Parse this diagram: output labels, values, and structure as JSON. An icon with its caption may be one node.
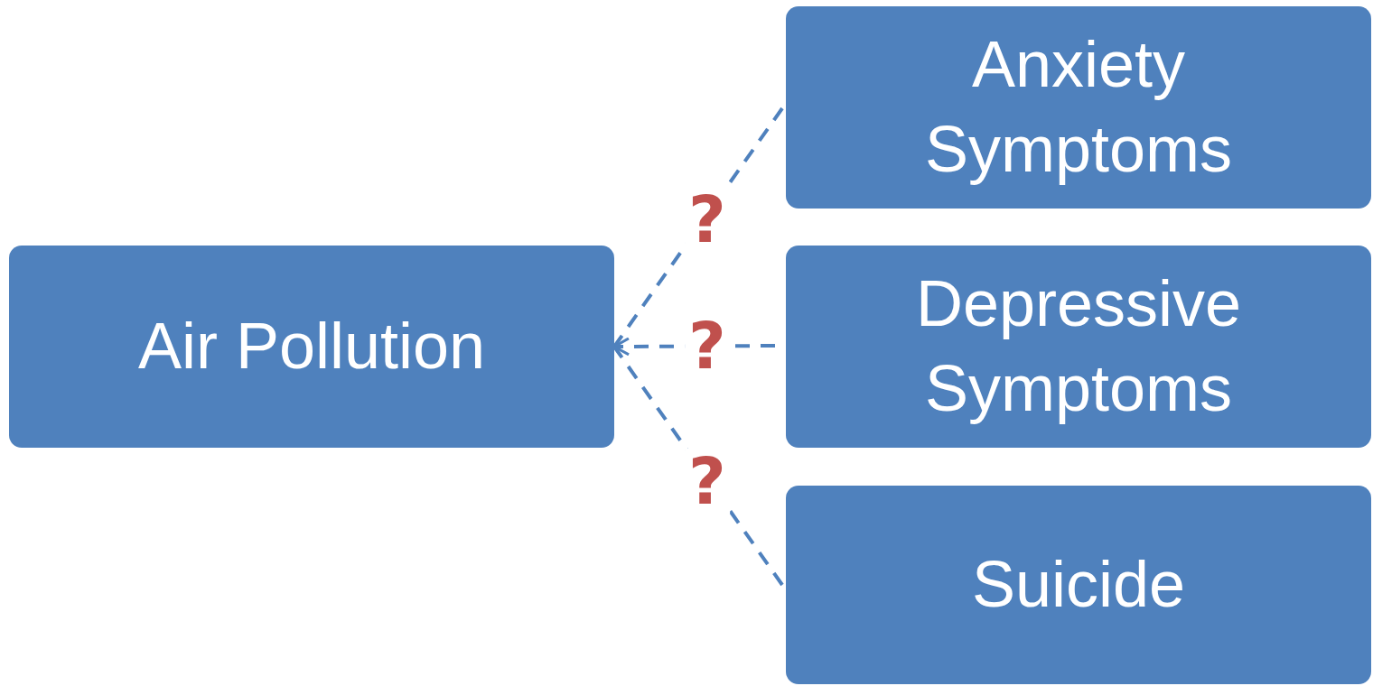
{
  "diagram": {
    "nodes": [
      {
        "text": [
          "Air Pollution"
        ]
      },
      {
        "text": [
          "Anxiety Symptoms"
        ]
      },
      {
        "text": [
          "Depressive Symptoms"
        ]
      },
      {
        "text": [
          "Suicide"
        ]
      }
    ],
    "edges": [
      {
        "from": 1,
        "to": 0,
        "arrow": "none",
        "label": "?",
        "style": "dashed"
      },
      {
        "from": 2,
        "to": 0,
        "arrow": "to",
        "label": "?",
        "style": "dashed"
      },
      {
        "from": 3,
        "to": 0,
        "arrow": "none",
        "label": "?",
        "style": "dashed"
      }
    ]
  }
}
